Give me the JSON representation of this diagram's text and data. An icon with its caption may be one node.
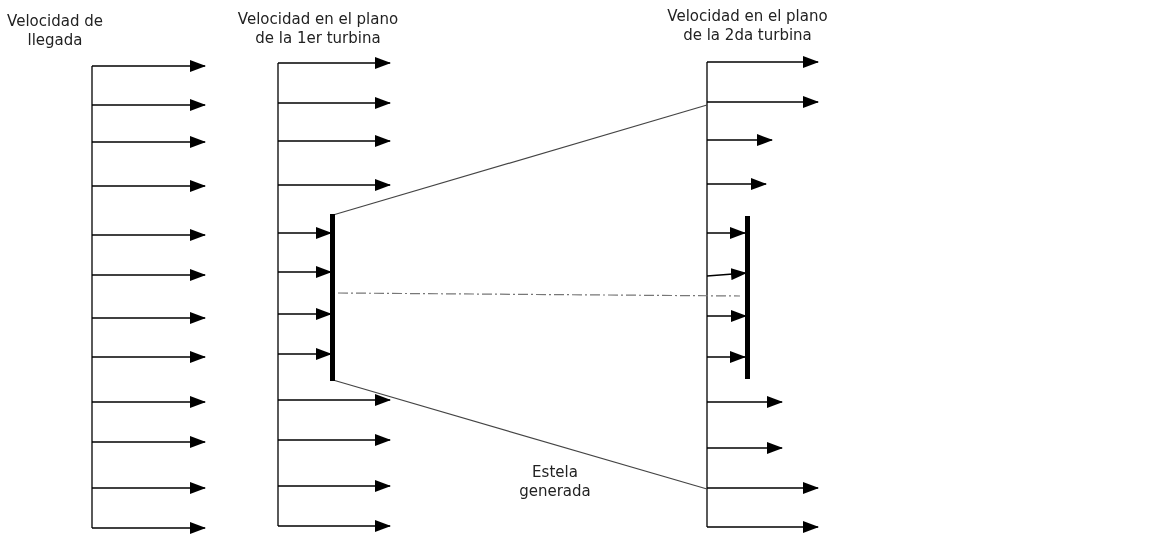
{
  "diagram": {
    "labels": [
      "Velocidad de llegada",
      "Velocidad en el plano de la 1er turbina",
      "Velocidad en el plano de la 2da turbina",
      "Estela generada"
    ]
  }
}
